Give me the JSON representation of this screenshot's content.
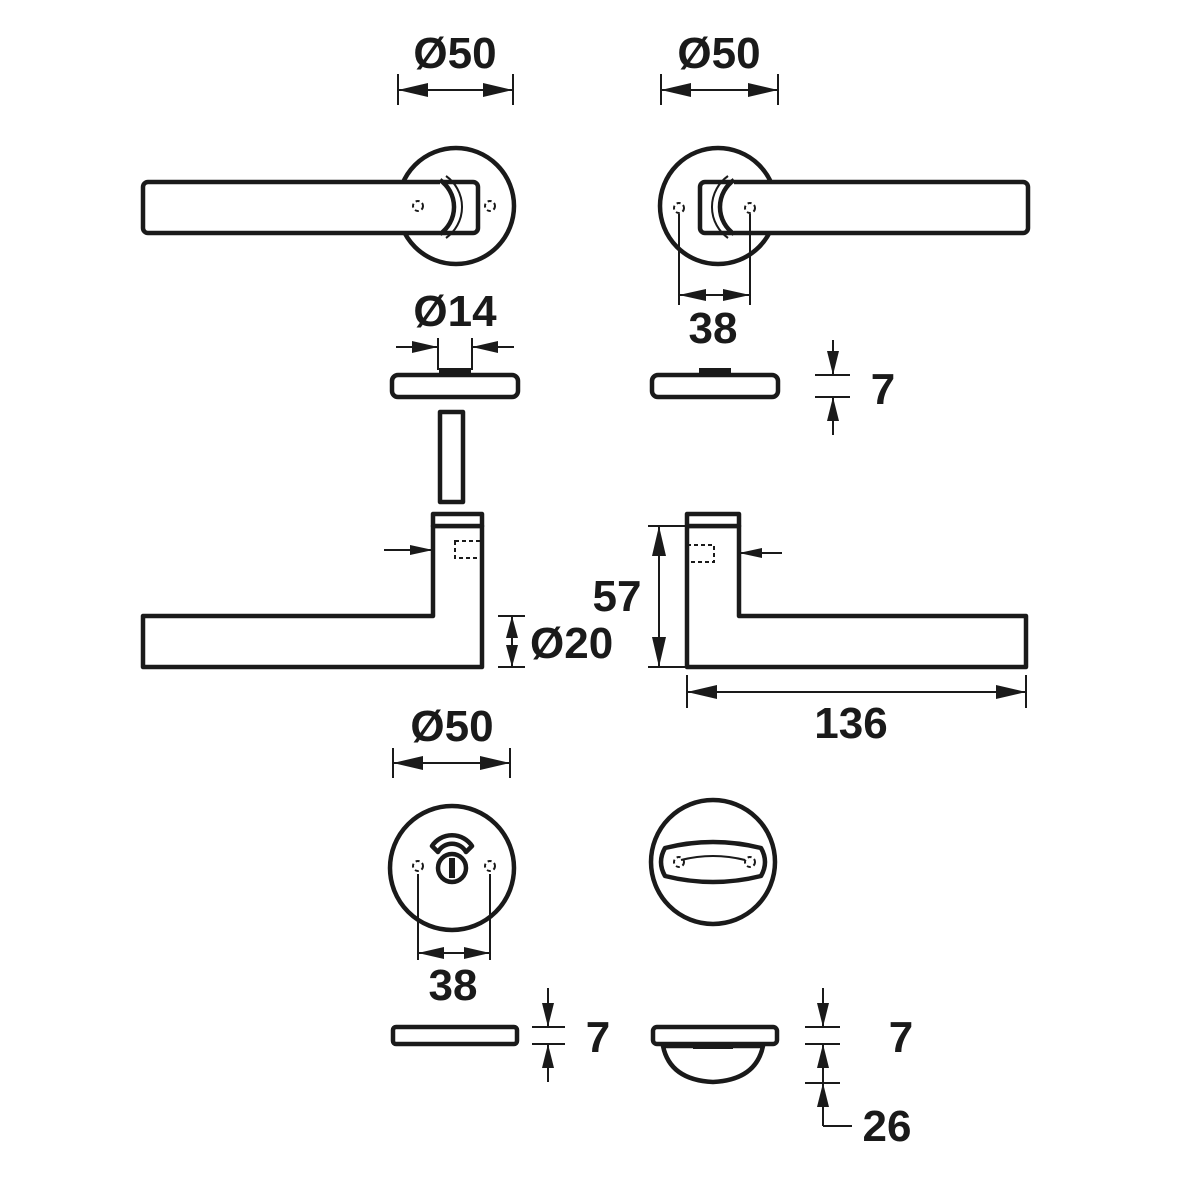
{
  "dimensions": {
    "rose_diameter_left": "Ø50",
    "rose_diameter_right": "Ø50",
    "hole_spacing_rose": "38",
    "spindle_diameter": "Ø14",
    "rose_height": "7",
    "lever_diameter": "Ø20",
    "lever_height": "57",
    "lever_length": "136",
    "escutcheon_diameter": "Ø50",
    "hole_spacing_escutcheon": "38",
    "escutcheon_height_left": "7",
    "escutcheon_height_right": "7",
    "thumbturn_height": "26"
  },
  "colors": {
    "line": "#1a1a1a",
    "background": "#ffffff"
  }
}
